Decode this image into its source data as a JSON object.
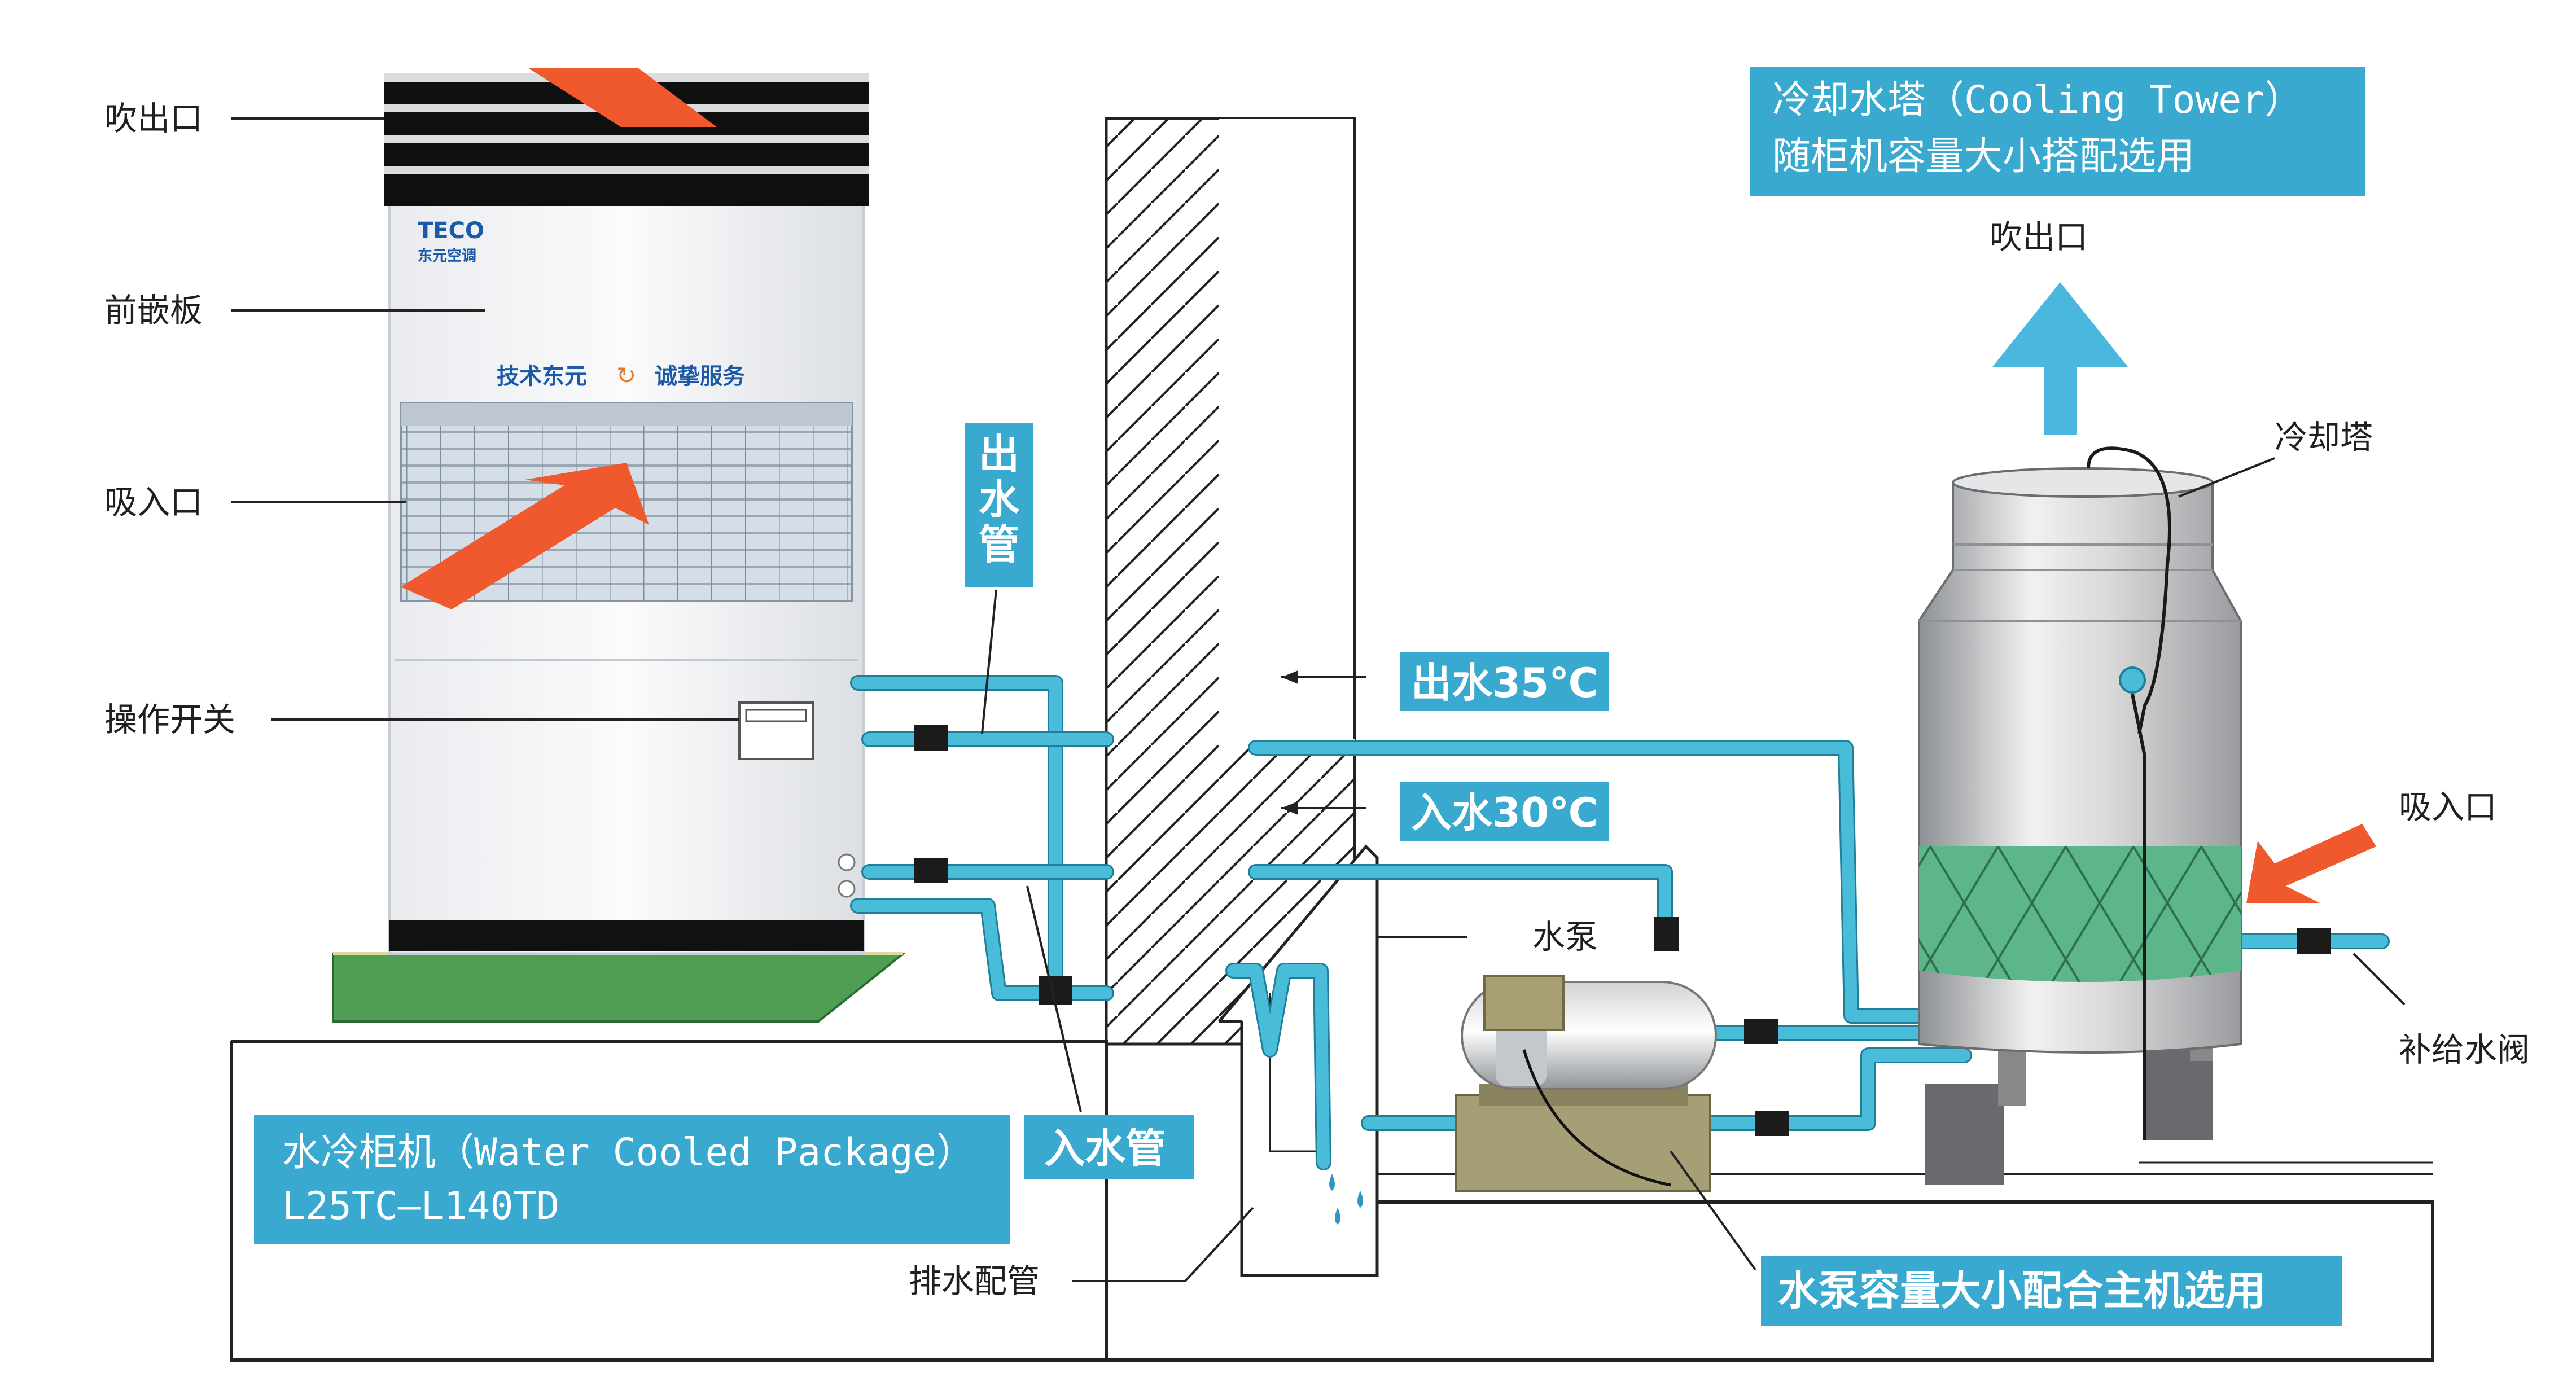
{
  "labels": {
    "blow_out_cabinet": "吹出口",
    "front_panel": "前嵌板",
    "suction_cabinet": "吸入口",
    "operation_switch": "操作开关",
    "outlet_pipe_vertical": "出水管",
    "inlet_pipe": "入水管",
    "drain_pipe": "排水配管",
    "pump": "水泵",
    "cooling_tower_pointer": "冷却塔",
    "tower_blow_out": "吹出口",
    "tower_suction": "吸入口",
    "makeup_valve": "补给水阀"
  },
  "boxes": {
    "cooling_tower_line1": "冷却水塔（Cooling Tower）",
    "cooling_tower_line2": "随柜机容量大小搭配选用",
    "water_out_temp": "出水35℃",
    "water_in_temp": "入水30℃",
    "package_line1": "水冷柜机（Water Cooled Package）",
    "package_line2": "L25TC—L140TD",
    "pump_note": "水泵容量大小配合主机选用"
  },
  "cabinet": {
    "brand": "TECO",
    "brand_sub": "东元空调",
    "slogan_left": "技术东元",
    "slogan_right": "诚挚服务"
  },
  "colors": {
    "label_box": "#39a9cf",
    "pipe": "#48bcd8",
    "arrow_red": "#f0582e",
    "tower_band": "#5cb68a",
    "base_green": "#4f9e54",
    "up_arrow": "#4ab8de"
  }
}
